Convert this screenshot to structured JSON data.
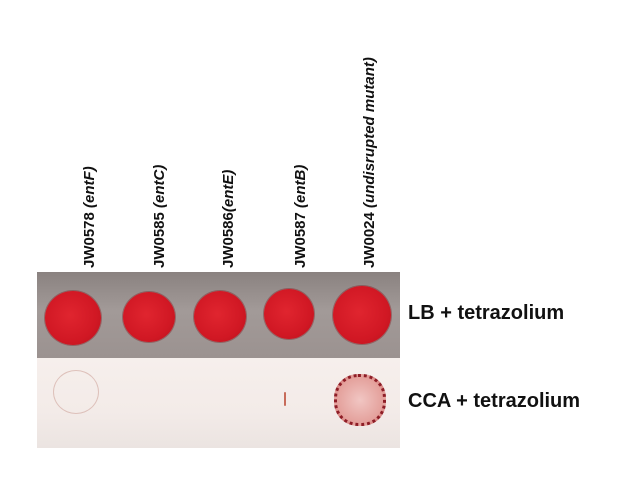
{
  "columns": [
    {
      "strain": "JW0578",
      "gene": "(entF)"
    },
    {
      "strain": "JW0585",
      "gene": "(entC)"
    },
    {
      "strain": "JW0586",
      "gene": "(entE)"
    },
    {
      "strain": "JW0587",
      "gene": "(entB)"
    },
    {
      "strain": "JW0024",
      "gene": "(undisrupted mutant)"
    }
  ],
  "rows": {
    "lb": "LB + tetrazolium",
    "cca": "CCA + tetrazolium"
  },
  "colors": {
    "spot_red": "#d11824",
    "lb_plate": "#9b9290",
    "cca_plate": "#f3ebe8"
  }
}
